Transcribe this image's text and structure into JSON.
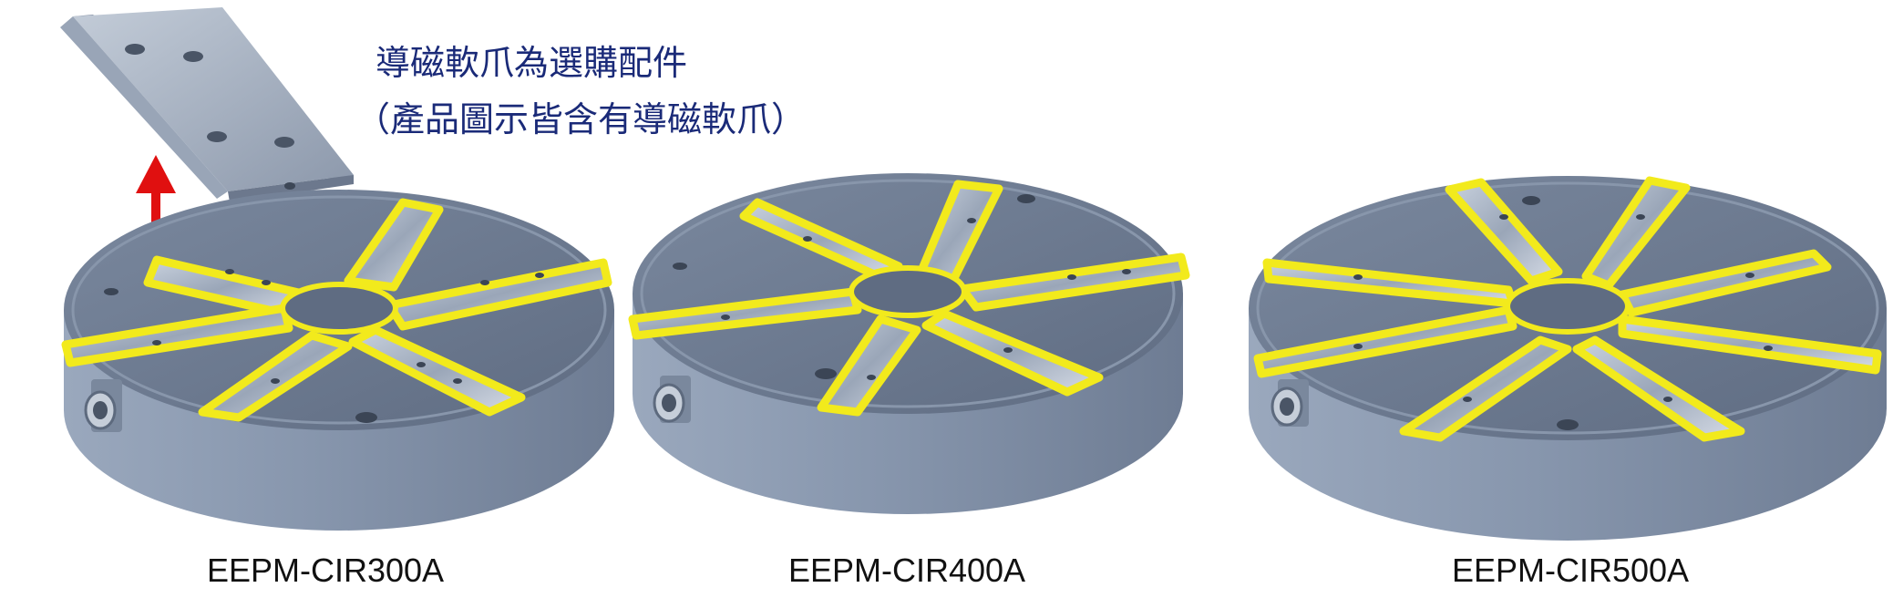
{
  "note": {
    "line1": "導磁軟爪為選購配件",
    "line2": "（產品圖示皆含有導磁軟爪）",
    "color": "#1a2a78"
  },
  "products": [
    {
      "model": "EEPM-CIR300A"
    },
    {
      "model": "EEPM-CIR400A"
    },
    {
      "model": "EEPM-CIR500A"
    }
  ],
  "colors": {
    "pole_outline": "#f2ea1c",
    "arrow": "#e01010",
    "chuck_top": "#6f7d93",
    "chuck_side": "#8d9cb2"
  }
}
